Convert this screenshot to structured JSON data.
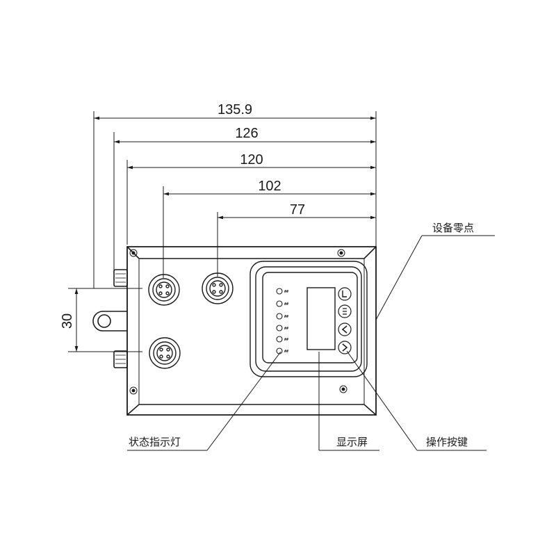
{
  "dimensions": {
    "d1": "135.9",
    "d2": "126",
    "d3": "120",
    "d4": "102",
    "d5": "77",
    "vertical": "30"
  },
  "callouts": {
    "zero_point": "设备零点",
    "status_lights": "状态指示灯",
    "display": "显示屏",
    "keys": "操作按键"
  },
  "indicator_labels": [
    "##",
    "##",
    "##",
    "##",
    "##",
    "##"
  ]
}
